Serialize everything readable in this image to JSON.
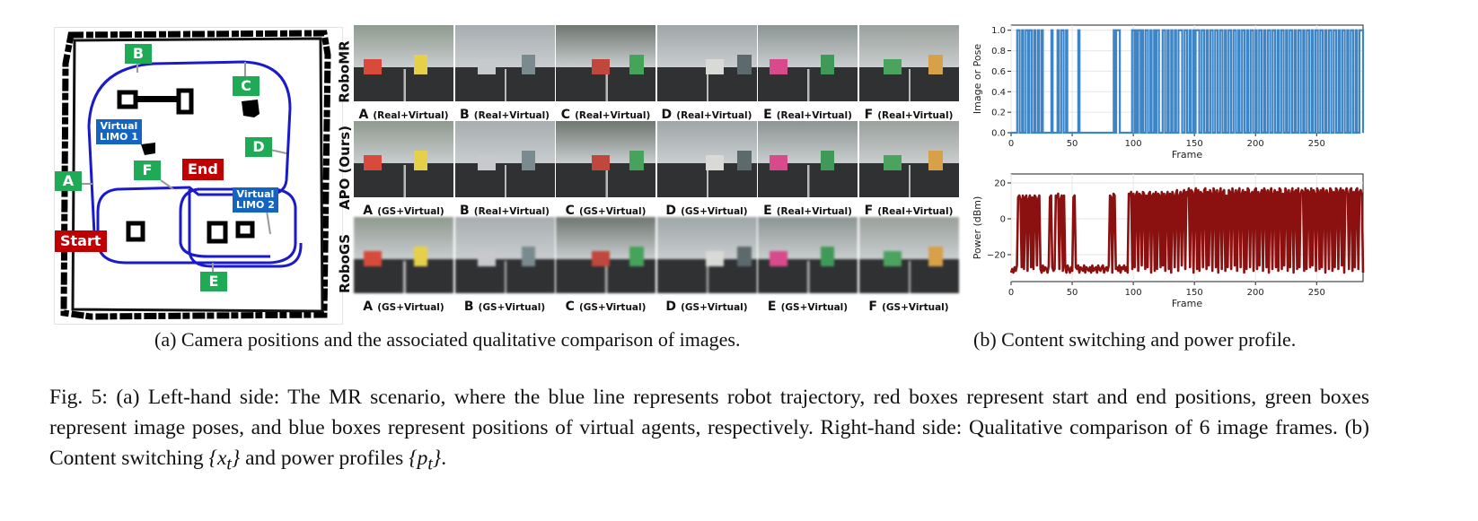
{
  "map": {
    "markers": {
      "A": "A",
      "B": "B",
      "C": "C",
      "D": "D",
      "E": "E",
      "F": "F",
      "start": "Start",
      "end": "End",
      "virtual1_line1": "Virtual",
      "virtual1_line2": "LIMO 1",
      "virtual2_line1": "Virtual",
      "virtual2_line2": "LIMO 2"
    },
    "colors": {
      "trajectory": "#1a1acc",
      "pose_box": "#1faa55",
      "start_end_box": "#c00000",
      "virtual_box": "#1565c0"
    }
  },
  "grid": {
    "rows": [
      {
        "label": "RoboMR",
        "captions": [
          {
            "letter": "A",
            "source": "(Real+Virtual)"
          },
          {
            "letter": "B",
            "source": "(Real+Virtual)"
          },
          {
            "letter": "C",
            "source": "(Real+Virtual)"
          },
          {
            "letter": "D",
            "source": "(Real+Virtual)"
          },
          {
            "letter": "E",
            "source": "(Real+Virtual)"
          },
          {
            "letter": "F",
            "source": "(Real+Virtual)"
          }
        ]
      },
      {
        "label": "APO (Ours)",
        "captions": [
          {
            "letter": "A",
            "source": "(GS+Virtual)"
          },
          {
            "letter": "B",
            "source": "(Real+Virtual)"
          },
          {
            "letter": "C",
            "source": "(GS+Virtual)"
          },
          {
            "letter": "D",
            "source": "(GS+Virtual)"
          },
          {
            "letter": "E",
            "source": "(Real+Virtual)"
          },
          {
            "letter": "F",
            "source": "(Real+Virtual)"
          }
        ]
      },
      {
        "label": "RoboGS",
        "captions": [
          {
            "letter": "A",
            "source": "(GS+Virtual)"
          },
          {
            "letter": "B",
            "source": "(GS+Virtual)"
          },
          {
            "letter": "C",
            "source": "(GS+Virtual)"
          },
          {
            "letter": "D",
            "source": "(GS+Virtual)"
          },
          {
            "letter": "E",
            "source": "(GS+Virtual)"
          },
          {
            "letter": "F",
            "source": "(GS+Virtual)"
          }
        ]
      }
    ]
  },
  "chart_data": [
    {
      "type": "line",
      "ylabel": "Image or Pose",
      "xlabel": "Frame",
      "xlim": [
        0,
        288
      ],
      "ylim": [
        0,
        1.05
      ],
      "xticks": [
        "0",
        "50",
        "100",
        "150",
        "200",
        "250"
      ],
      "yticks": [
        "0.0",
        "0.2",
        "0.4",
        "0.6",
        "0.8",
        "1.0"
      ],
      "color": "#3d85c6",
      "pulses": [
        [
          5,
          7
        ],
        [
          9,
          10
        ],
        [
          12,
          14
        ],
        [
          15,
          17
        ],
        [
          19,
          20
        ],
        [
          22,
          23
        ],
        [
          25,
          26
        ],
        [
          33,
          34
        ],
        [
          38,
          39
        ],
        [
          41,
          43
        ],
        [
          45,
          46
        ],
        [
          55,
          56
        ],
        [
          84,
          85
        ],
        [
          86,
          89
        ],
        [
          99,
          101
        ],
        [
          102,
          103
        ],
        [
          104,
          106
        ],
        [
          107,
          108
        ],
        [
          110,
          112
        ],
        [
          114,
          115
        ],
        [
          117,
          118
        ],
        [
          119,
          121
        ],
        [
          124,
          126
        ],
        [
          128,
          129
        ],
        [
          131,
          132
        ],
        [
          134,
          135
        ],
        [
          137,
          140
        ],
        [
          142,
          144
        ],
        [
          146,
          147
        ],
        [
          149,
          150
        ],
        [
          151,
          154
        ],
        [
          156,
          158
        ],
        [
          160,
          161
        ],
        [
          163,
          165
        ],
        [
          167,
          169
        ],
        [
          171,
          173
        ],
        [
          175,
          176
        ],
        [
          178,
          180
        ],
        [
          182,
          184
        ],
        [
          186,
          187
        ],
        [
          189,
          191
        ],
        [
          193,
          194
        ],
        [
          196,
          198
        ],
        [
          200,
          201
        ],
        [
          203,
          205
        ],
        [
          207,
          208
        ],
        [
          210,
          212
        ],
        [
          214,
          216
        ],
        [
          218,
          219
        ],
        [
          221,
          223
        ],
        [
          225,
          226
        ],
        [
          228,
          230
        ],
        [
          232,
          233
        ],
        [
          235,
          237
        ],
        [
          239,
          240
        ],
        [
          242,
          244
        ],
        [
          246,
          247
        ],
        [
          249,
          251
        ],
        [
          253,
          255
        ],
        [
          257,
          258
        ],
        [
          260,
          262
        ],
        [
          264,
          266
        ],
        [
          268,
          269
        ],
        [
          271,
          273
        ],
        [
          275,
          276
        ],
        [
          278,
          280
        ],
        [
          282,
          283
        ],
        [
          285,
          288
        ]
      ]
    },
    {
      "type": "line",
      "ylabel": "Power (dBm)",
      "xlabel": "Frame",
      "xlim": [
        0,
        288
      ],
      "ylim": [
        -35,
        25
      ],
      "xticks": [
        "0",
        "50",
        "100",
        "150",
        "200",
        "250"
      ],
      "yticks": [
        "−20",
        "0",
        "20"
      ],
      "color": "#8b1010",
      "y": [
        -30,
        -28,
        -30,
        -27,
        -29,
        -26,
        12,
        13,
        11,
        -27,
        13,
        -28,
        12,
        13,
        -29,
        11,
        13,
        -27,
        12,
        -28,
        13,
        12,
        -26,
        11,
        13,
        -28,
        -30,
        -26,
        -29,
        -27,
        -28,
        -30,
        -26,
        12,
        13,
        -27,
        -29,
        -28,
        13,
        12,
        14,
        -28,
        11,
        13,
        -29,
        13,
        -27,
        -30,
        -26,
        -28,
        -30,
        -27,
        -29,
        12,
        13,
        -27,
        -28,
        -26,
        -30,
        -27,
        -28,
        -29,
        -26,
        -30,
        -27,
        -28,
        -29,
        -27,
        -30,
        -26,
        -29,
        -28,
        -27,
        -30,
        -26,
        -28,
        -29,
        -27,
        -26,
        -30,
        -28,
        -27,
        -29,
        -26,
        13,
        12,
        -30,
        14,
        13,
        -28,
        -27,
        -29,
        -26,
        -30,
        -27,
        -28,
        -26,
        -29,
        -27,
        -30,
        14,
        13,
        15,
        -28,
        14,
        -27,
        13,
        15,
        -29,
        14,
        13,
        -26,
        15,
        14,
        -28,
        13,
        -27,
        14,
        15,
        -30,
        13,
        14,
        -29,
        15,
        -28,
        14,
        13,
        -27,
        15,
        -26,
        14,
        -29,
        13,
        15,
        -28,
        14,
        -30,
        15,
        13,
        -27,
        14,
        16,
        -29,
        13,
        15,
        -26,
        14,
        16,
        -28,
        15,
        13,
        17,
        -27,
        16,
        15,
        -30,
        14,
        17,
        -28,
        16,
        -29,
        15,
        14,
        -27,
        16,
        17,
        -28,
        15,
        -26,
        16,
        14,
        -29,
        17,
        15,
        -27,
        16,
        -30,
        14,
        17,
        -28,
        15,
        16,
        -29,
        13,
        -27,
        16,
        15,
        -28,
        17,
        14,
        -26,
        16,
        -29,
        15,
        17,
        -27,
        14,
        16,
        -30,
        15,
        -28,
        17,
        16,
        -27,
        14,
        15,
        -29,
        16,
        17,
        -28,
        15,
        -26,
        14,
        16,
        -29,
        17,
        15,
        -27,
        16,
        -30,
        15,
        17,
        -28,
        14,
        16,
        -27,
        15,
        -29,
        17,
        16,
        -28,
        14,
        -26,
        17,
        15,
        -29,
        16,
        -27,
        14,
        17,
        -30,
        15,
        16,
        -28,
        17,
        -27,
        14,
        16,
        15,
        -29,
        17,
        -28,
        16,
        15,
        -27,
        17,
        -26,
        16,
        14,
        -29,
        17,
        15,
        -28,
        16,
        -27,
        17,
        15,
        -30,
        16,
        14,
        -28,
        17,
        16,
        -29,
        15,
        -27,
        17,
        16,
        -28,
        15,
        17,
        -26,
        16,
        -30,
        15,
        17,
        14,
        -28,
        16,
        17,
        -29,
        15,
        -27,
        16,
        17,
        -28,
        15,
        16,
        13,
        -30
      ]
    }
  ],
  "captions": {
    "sub_a": "(a) Camera positions and the associated qualitative comparison of images.",
    "sub_b": "(b) Content switching and power profile.",
    "fig_part1": "Fig. 5: (a) Left-hand side: The MR scenario, where the blue line represents robot trajectory, red boxes represent start and end positions, green boxes represent image poses, and blue boxes represent positions of virtual agents, respectively. Right-hand side: Qualitative comparison of 6 image frames. (b) Content switching ",
    "fig_math1": "{x",
    "fig_math1_sub": "t",
    "fig_math1_close": "}",
    "fig_part2": " and power profiles ",
    "fig_math2": "{p",
    "fig_math2_sub": "t",
    "fig_math2_close": "}",
    "fig_part3": "."
  }
}
